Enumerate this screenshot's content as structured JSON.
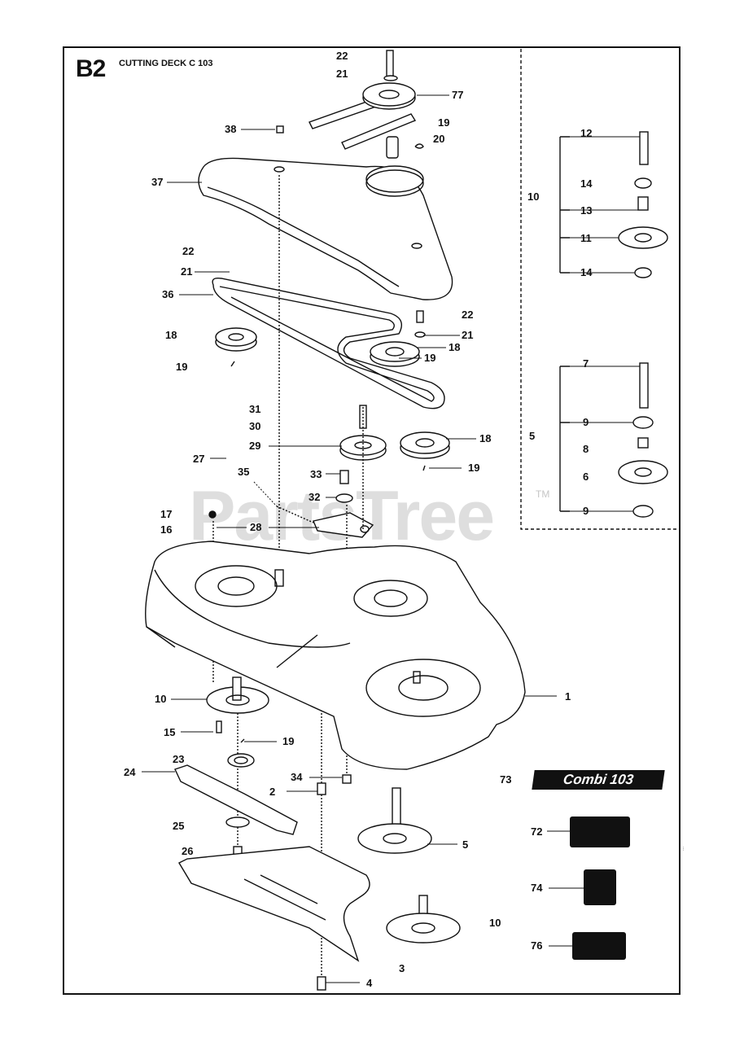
{
  "header": {
    "code": "B2",
    "title": "CUTTING DECK C 103"
  },
  "watermark": {
    "text": "PartsTree",
    "tm": "TM"
  },
  "badge": {
    "text": "Combi 103"
  },
  "side_code": "...",
  "labels": [
    {
      "id": "22a",
      "text": "22"
    },
    {
      "id": "21a",
      "text": "21"
    },
    {
      "id": "77",
      "text": "77"
    },
    {
      "id": "19a",
      "text": "19"
    },
    {
      "id": "20",
      "text": "20"
    },
    {
      "id": "38",
      "text": "38"
    },
    {
      "id": "37",
      "text": "37"
    },
    {
      "id": "22b",
      "text": "22"
    },
    {
      "id": "21b",
      "text": "21"
    },
    {
      "id": "36",
      "text": "36"
    },
    {
      "id": "18a",
      "text": "18"
    },
    {
      "id": "19b",
      "text": "19"
    },
    {
      "id": "22c",
      "text": "22"
    },
    {
      "id": "21c",
      "text": "21"
    },
    {
      "id": "18b",
      "text": "18"
    },
    {
      "id": "19c",
      "text": "19"
    },
    {
      "id": "31",
      "text": "31"
    },
    {
      "id": "30",
      "text": "30"
    },
    {
      "id": "29",
      "text": "29"
    },
    {
      "id": "27",
      "text": "27"
    },
    {
      "id": "18c",
      "text": "18"
    },
    {
      "id": "19d",
      "text": "19"
    },
    {
      "id": "35",
      "text": "35"
    },
    {
      "id": "33",
      "text": "33"
    },
    {
      "id": "32",
      "text": "32"
    },
    {
      "id": "17",
      "text": "17"
    },
    {
      "id": "16",
      "text": "16"
    },
    {
      "id": "28",
      "text": "28"
    },
    {
      "id": "1",
      "text": "1"
    },
    {
      "id": "10a",
      "text": "10"
    },
    {
      "id": "15",
      "text": "15"
    },
    {
      "id": "19e",
      "text": "19"
    },
    {
      "id": "24",
      "text": "24"
    },
    {
      "id": "23",
      "text": "23"
    },
    {
      "id": "34",
      "text": "34"
    },
    {
      "id": "2",
      "text": "2"
    },
    {
      "id": "25",
      "text": "25"
    },
    {
      "id": "26",
      "text": "26"
    },
    {
      "id": "5a",
      "text": "5"
    },
    {
      "id": "10b",
      "text": "10"
    },
    {
      "id": "3",
      "text": "3"
    },
    {
      "id": "4",
      "text": "4"
    },
    {
      "id": "73",
      "text": "73"
    },
    {
      "id": "72",
      "text": "72"
    },
    {
      "id": "74",
      "text": "74"
    },
    {
      "id": "76",
      "text": "76"
    },
    {
      "id": "12",
      "text": "12"
    },
    {
      "id": "14a",
      "text": "14"
    },
    {
      "id": "10c",
      "text": "10"
    },
    {
      "id": "13",
      "text": "13"
    },
    {
      "id": "11",
      "text": "11"
    },
    {
      "id": "14b",
      "text": "14"
    },
    {
      "id": "7",
      "text": "7"
    },
    {
      "id": "9a",
      "text": "9"
    },
    {
      "id": "5b",
      "text": "5"
    },
    {
      "id": "8",
      "text": "8"
    },
    {
      "id": "6",
      "text": "6"
    },
    {
      "id": "9b",
      "text": "9"
    }
  ]
}
